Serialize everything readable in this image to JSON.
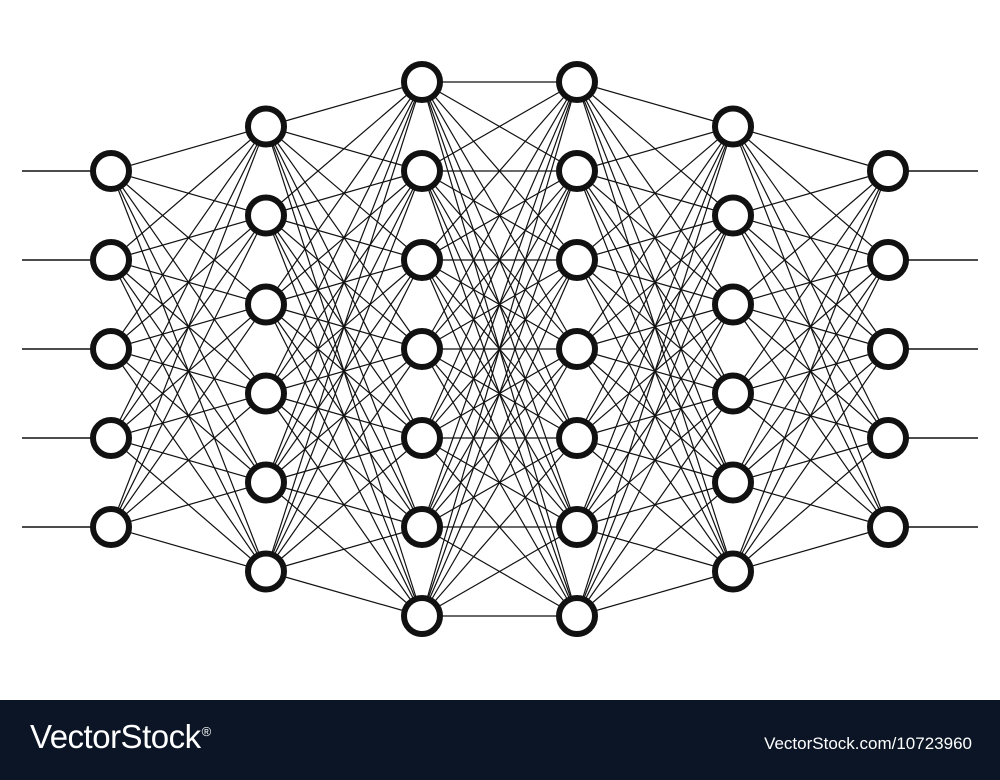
{
  "diagram": {
    "type": "fully-connected-neural-network",
    "layer_sizes": [
      5,
      6,
      7,
      7,
      6,
      5
    ],
    "has_input_lines": true,
    "has_output_lines": true,
    "colors": {
      "background": "#ffffff",
      "node_stroke": "#111111",
      "node_fill": "#ffffff",
      "edge": "#111111"
    }
  },
  "footer": {
    "background": "#0b1526",
    "text_color": "#ffffff",
    "brand": "VectorStock",
    "brand_mark": "®",
    "image_id": "VectorStock.com/10723960"
  }
}
